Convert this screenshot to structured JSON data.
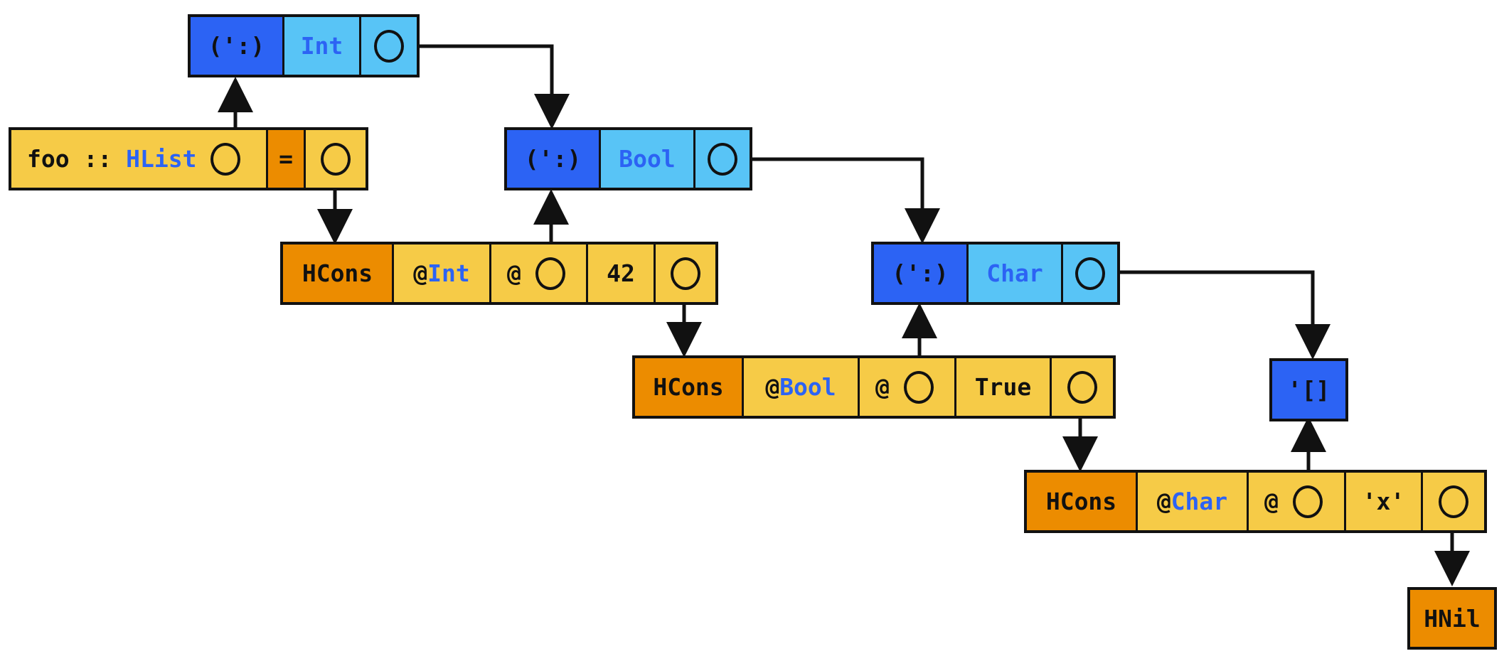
{
  "colors": {
    "cons_type": "#2c63f4",
    "type_cell": "#58c4f6",
    "value_cell": "#f6cb47",
    "constructor": "#ec8c00",
    "type_name_text": "#2c63f4"
  },
  "declaration": {
    "name": "foo",
    "sep": "::",
    "type": "HList",
    "equals": "="
  },
  "type_list": [
    {
      "cons": "(':)",
      "elem": "Int"
    },
    {
      "cons": "(':)",
      "elem": "Bool"
    },
    {
      "cons": "(':)",
      "elem": "Char"
    }
  ],
  "type_nil": "'[]",
  "terms": [
    {
      "ctor": "HCons",
      "at": "@",
      "type_app": "Int",
      "at2": "@",
      "value": "42"
    },
    {
      "ctor": "HCons",
      "at": "@",
      "type_app": "Bool",
      "at2": "@",
      "value": "True"
    },
    {
      "ctor": "HCons",
      "at": "@",
      "type_app": "Char",
      "at2": "@",
      "value": "'x'"
    }
  ],
  "term_nil": "HNil"
}
